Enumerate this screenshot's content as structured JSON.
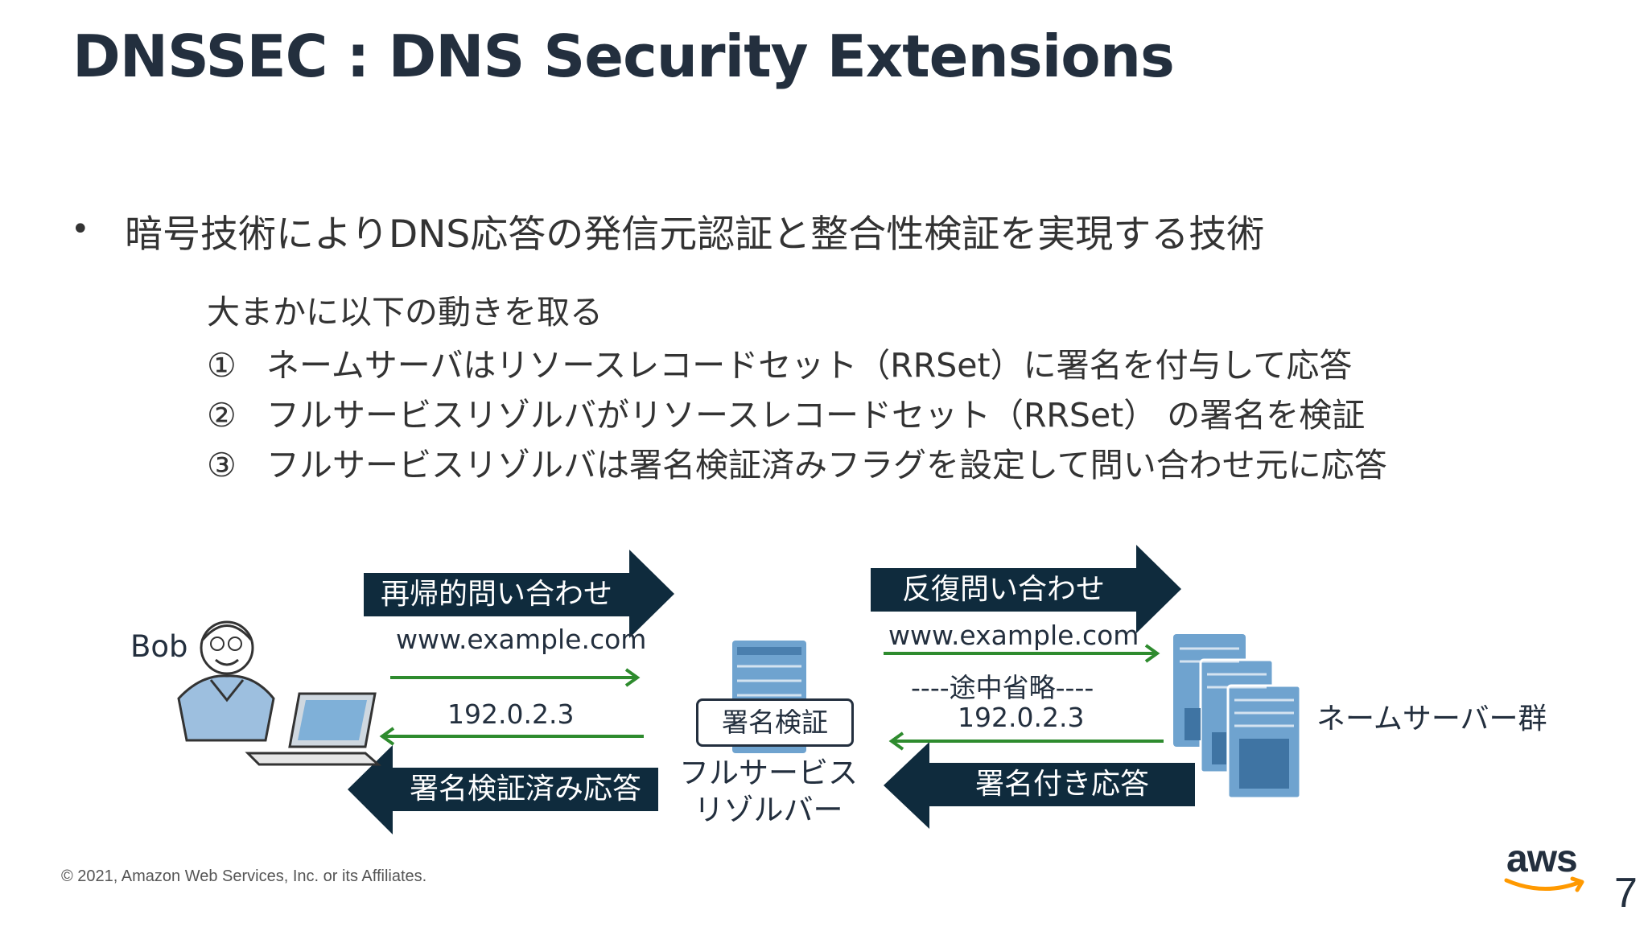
{
  "slide": {
    "title": "DNSSEC : DNS Security Extensions",
    "bullet_marker": "•",
    "bullet": "暗号技術によりDNS応答の発信元認証と整合性検証を実現する技術",
    "intro": "大まかに以下の動きを取る",
    "steps": [
      {
        "num": "①",
        "text": "ネームサーバはリソースレコードセット（RRSet）に署名を付与して応答"
      },
      {
        "num": "②",
        "text": "フルサービスリゾルバがリソースレコードセット（RRSet） の署名を検証"
      },
      {
        "num": "③",
        "text": "フルサービスリゾルバは署名検証済みフラグを設定して問い合わせ元に応答"
      }
    ]
  },
  "diagram": {
    "bob_label": "Bob",
    "recursive_query": "再帰的問い合わせ",
    "iterative_query": "反復問い合わせ",
    "query_domain_left": "www.example.com",
    "query_domain_right": "www.example.com",
    "omitted": "----途中省略----",
    "answer_ip_left": "192.0.2.3",
    "answer_ip_right": "192.0.2.3",
    "verified_response": "署名検証済み応答",
    "signed_response": "署名付き応答",
    "signature_verification": "署名検証",
    "resolver_label_line1": "フルサービス",
    "resolver_label_line2": "リゾルバー",
    "nameservers_label": "ネームサーバー群",
    "colors": {
      "arrow_dark": "#0f2b3d",
      "line_green": "#2e8b2e",
      "server_blue": "#6fa3cf"
    }
  },
  "footer": {
    "copyright": "© 2021, Amazon Web Services, Inc. or its Affiliates.",
    "logo": "aws",
    "page_number": "7"
  }
}
